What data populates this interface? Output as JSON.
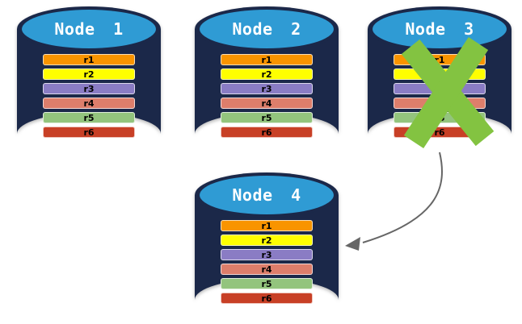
{
  "diagram": {
    "nodes": [
      {
        "label": "Node 1",
        "rows": [
          {
            "label": "r1",
            "color": "#F99400"
          },
          {
            "label": "r2",
            "color": "#FFFF00"
          },
          {
            "label": "r3",
            "color": "#8A7CC4"
          },
          {
            "label": "r4",
            "color": "#DD7E6B"
          },
          {
            "label": "r5",
            "color": "#93C47D"
          },
          {
            "label": "r6",
            "color": "#C84026"
          }
        ]
      },
      {
        "label": "Node 2",
        "rows": [
          {
            "label": "r1",
            "color": "#F99400"
          },
          {
            "label": "r2",
            "color": "#FFFF00"
          },
          {
            "label": "r3",
            "color": "#8A7CC4"
          },
          {
            "label": "r4",
            "color": "#DD7E6B"
          },
          {
            "label": "r5",
            "color": "#93C47D"
          },
          {
            "label": "r6",
            "color": "#C84026"
          }
        ]
      },
      {
        "label": "Node 3",
        "rows": [
          {
            "label": "r1",
            "color": "#F99400"
          },
          {
            "label": "r2",
            "color": "#FFFF00"
          },
          {
            "label": "r3",
            "color": "#8A7CC4"
          },
          {
            "label": "r4",
            "color": "#DD7E6B"
          },
          {
            "label": "r5",
            "color": "#93C47D"
          },
          {
            "label": "r6",
            "color": "#C84026"
          }
        ]
      },
      {
        "label": "Node 4",
        "rows": [
          {
            "label": "r1",
            "color": "#F99400"
          },
          {
            "label": "r2",
            "color": "#FFFF00"
          },
          {
            "label": "r3",
            "color": "#8A7CC4"
          },
          {
            "label": "r4",
            "color": "#DD7E6B"
          },
          {
            "label": "r5",
            "color": "#93C47D"
          },
          {
            "label": "r6",
            "color": "#C84026"
          }
        ]
      }
    ],
    "failure_mark": {
      "icon": "x-cross-icon",
      "on_node": "Node 3"
    },
    "arrow": {
      "from": "Node 3",
      "to": "Node 4"
    }
  },
  "theme": {
    "background": "#FFFFFF",
    "cylinder_body": "#1B2849",
    "cylinder_top": "#2F9BD4",
    "node_label_color": "#FFFFFF",
    "row_text_color": "#000000",
    "x_mark": "#83C341",
    "arrow": "#666666"
  }
}
